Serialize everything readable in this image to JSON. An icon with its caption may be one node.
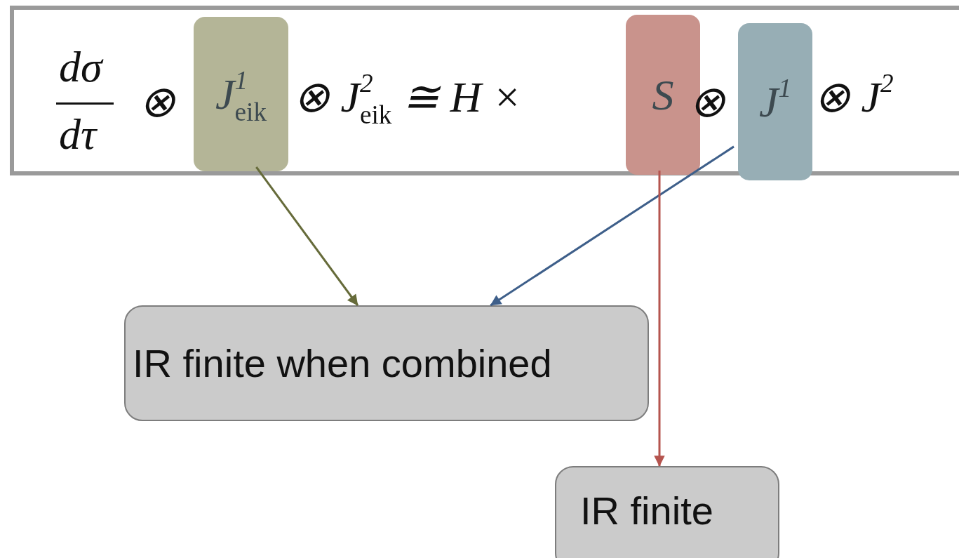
{
  "diagram": {
    "nodes": [
      {
        "text": [
          "dσ",
          "dτ",
          "⊗",
          "⊗ J$^{2}$$_{eik}$ ≅ H ×",
          "⊗",
          "⊗ J$^{2}$"
        ]
      },
      {
        "text": [
          "J$^{1}$$_{eik}$"
        ],
        "in": 0
      },
      {
        "text": [
          "S"
        ],
        "in": 0
      },
      {
        "text": [
          "J$^{1}$"
        ],
        "in": 0
      },
      {
        "text": [
          "IR finite when combined"
        ]
      },
      {
        "text": [
          "IR finite"
        ]
      }
    ],
    "edges": [
      {
        "from": 1,
        "to": 4,
        "arrow": "to",
        "color": "#666b3a"
      },
      {
        "from": 3,
        "to": 4,
        "arrow": "to",
        "color": "#3e5f8a"
      },
      {
        "from": 2,
        "to": 5,
        "arrow": "to",
        "color": "#b5544e"
      }
    ]
  }
}
